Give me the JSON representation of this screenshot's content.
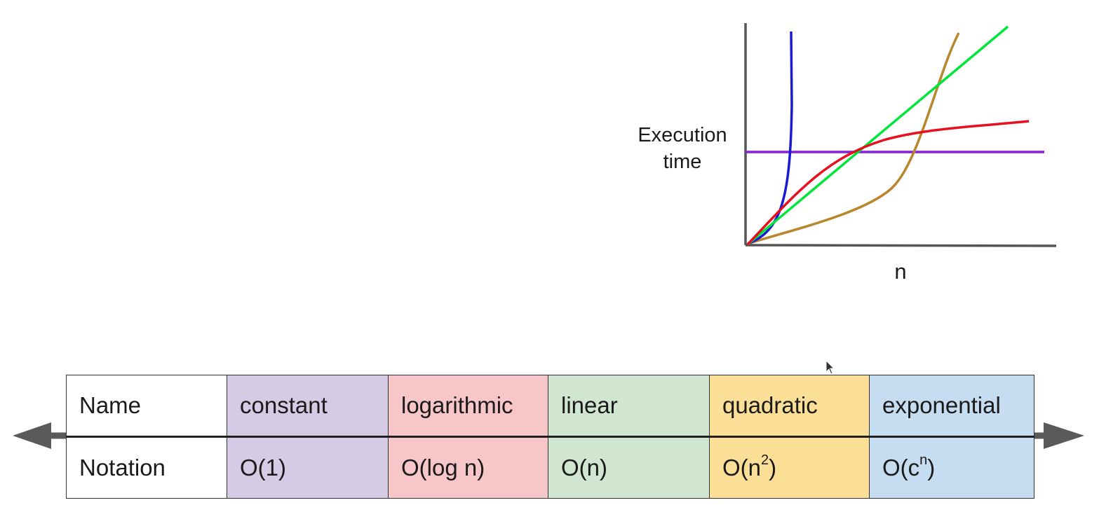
{
  "diagram": {
    "y_label": "Execution time",
    "x_label": "n",
    "curves": [
      {
        "id": "exponential",
        "color": "#1a1ad6"
      },
      {
        "id": "quadratic",
        "color": "#b8862b"
      },
      {
        "id": "linear",
        "color": "#00e63a"
      },
      {
        "id": "logarithmic",
        "color": "#e8101e"
      },
      {
        "id": "constant",
        "color": "#8a1be0"
      }
    ]
  },
  "table": {
    "name_header": "Name",
    "notation_header": "Notation",
    "columns": [
      {
        "name": "constant",
        "notation": "O(1)",
        "notation_sup": "",
        "notation_close": "",
        "color": "#d5cbe5"
      },
      {
        "name": "logarithmic",
        "notation": "O(log n)",
        "notation_sup": "",
        "notation_close": "",
        "color": "#f6c6c8"
      },
      {
        "name": "linear",
        "notation": "O(n)",
        "notation_sup": "",
        "notation_close": "",
        "color": "#d0e6d0"
      },
      {
        "name": "quadratic",
        "notation": "O(n",
        "notation_sup": "2",
        "notation_close": ")",
        "color": "#fcdf96"
      },
      {
        "name": "exponential",
        "notation": "O(c",
        "notation_sup": "n",
        "notation_close": ")",
        "color": "#c6dcf0"
      }
    ]
  }
}
